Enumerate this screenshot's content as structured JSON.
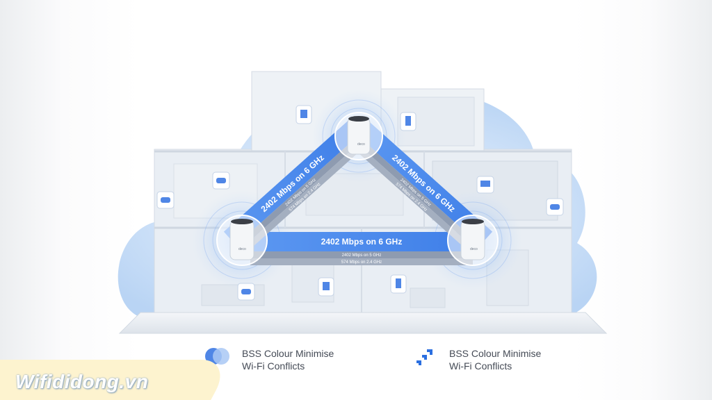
{
  "links": {
    "left": {
      "main": "2402 Mbps on 6 GHz",
      "sub1": "2402 Mbps on 5 GHz",
      "sub2": "574 Mbps on 2.4 GHz"
    },
    "right": {
      "main": "2402 Mbps on 6 GHz",
      "sub1": "2402 Mbps on 5 GHz",
      "sub2": "574 Mbps on 2.4 GHz"
    },
    "bottom": {
      "main": "2402 Mbps on 6 GHz",
      "sub1": "2402 Mbps on 5 GHz",
      "sub2": "574 Mbps on 2.4 GHz"
    }
  },
  "legend": [
    {
      "icon": "bss-colour-circles-icon",
      "text": "BSS Colour Minimise\nWi-Fi Conflicts"
    },
    {
      "icon": "signal-arrows-icon",
      "text": "BSS Colour Minimise\nWi-Fi Conflicts"
    }
  ],
  "router_label": "deco",
  "watermark": "Wifididong.vn",
  "colors": {
    "accent": "#3d7ff0",
    "cloud": "#c6dcf6",
    "house": "#e6ebf1",
    "link_sub": "#8c9aae"
  }
}
